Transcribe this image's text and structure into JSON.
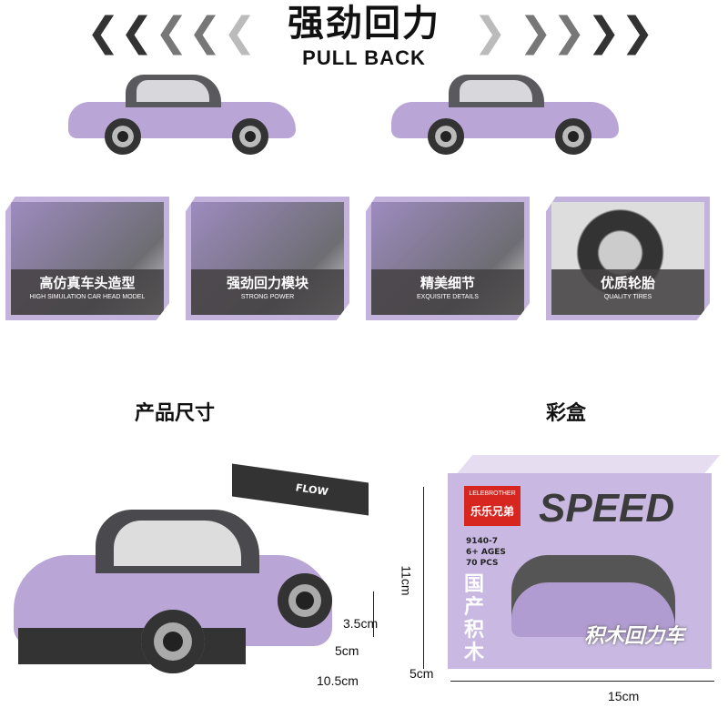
{
  "header": {
    "title_cn": "强劲回力",
    "title_en": "PULL BACK",
    "chevron_icon": "chevron-left / chevron-right"
  },
  "features": [
    {
      "cn": "高仿真车头造型",
      "en": "HIGH SIMULATION CAR HEAD MODEL"
    },
    {
      "cn": "强劲回力模块",
      "en": "STRONG POWER"
    },
    {
      "cn": "精美细节",
      "en": "EXQUISITE DETAILS"
    },
    {
      "cn": "优质轮胎",
      "en": "QUALITY TIRES"
    }
  ],
  "sections": {
    "size": "产品尺寸",
    "box": "彩盒"
  },
  "car_dims": {
    "height": "3.5cm",
    "width": "5cm",
    "length": "10.5cm",
    "wing_text": "FLOW"
  },
  "box_dims": {
    "height": "11cm",
    "depth": "5cm",
    "width": "15cm"
  },
  "box": {
    "brand_en": "LELEBROTHER",
    "brand_cn": "乐乐兄弟",
    "headline": "SPEED",
    "model": "9140-7",
    "age": "6+ AGES",
    "pieces": "70 PCS",
    "vertical": "国产积木",
    "slogan": "积木回力车"
  },
  "colors": {
    "accent": "#c2b2dc",
    "car": "#b9a6d6",
    "brand_red": "#d7261f"
  }
}
